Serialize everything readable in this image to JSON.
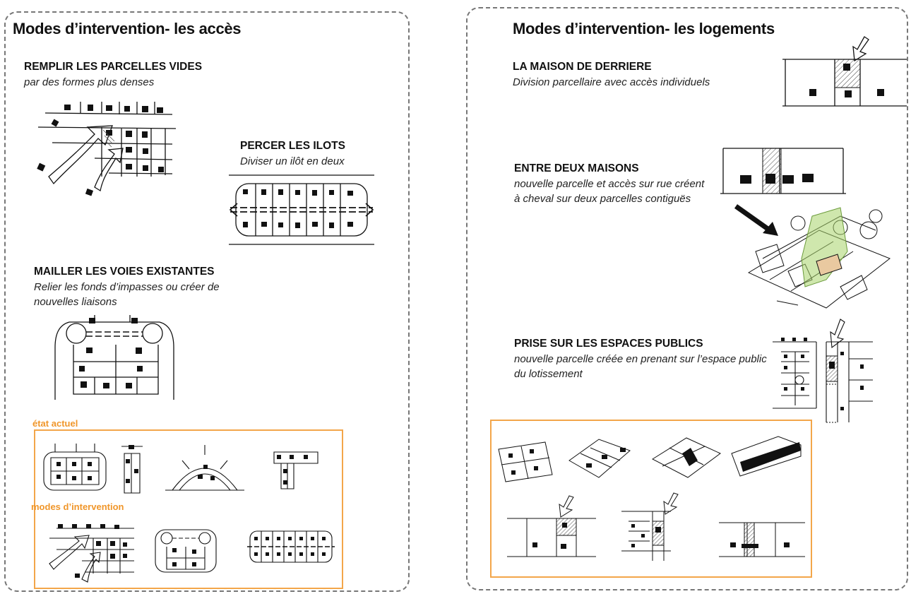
{
  "left": {
    "title": "Modes d’intervention- les accès",
    "sections": [
      {
        "heading": "REMPLIR LES PARCELLES VIDES",
        "desc": "par des formes plus denses"
      },
      {
        "heading": "PERCER LES ILOTS",
        "desc": "Diviser un ilôt en deux"
      },
      {
        "heading": "MAILLER LES VOIES EXISTANTES",
        "desc": "Relier les fonds d’impasses ou créer de nouvelles liaisons"
      }
    ],
    "box_labels": {
      "current": "état actuel",
      "intervention": "modes d’intervention"
    }
  },
  "right": {
    "title": "Modes d’intervention- les logements",
    "sections": [
      {
        "heading": "LA MAISON DE DERRIERE",
        "desc": "Division parcellaire  avec accès individuels"
      },
      {
        "heading": "ENTRE DEUX MAISONS",
        "desc": "nouvelle parcelle et accès sur rue créent à cheval sur deux parcelles contiguës"
      },
      {
        "heading": "PRISE SUR LES ESPACES PUBLICS",
        "desc": "nouvelle parcelle créée en prenant sur l’espace public du lotissement"
      }
    ]
  },
  "colors": {
    "accent_orange": "#f0962a",
    "box_border": "#f3a64a",
    "panel_border": "#777777",
    "ink": "#111111",
    "green_hatch": "#a8d46a"
  }
}
